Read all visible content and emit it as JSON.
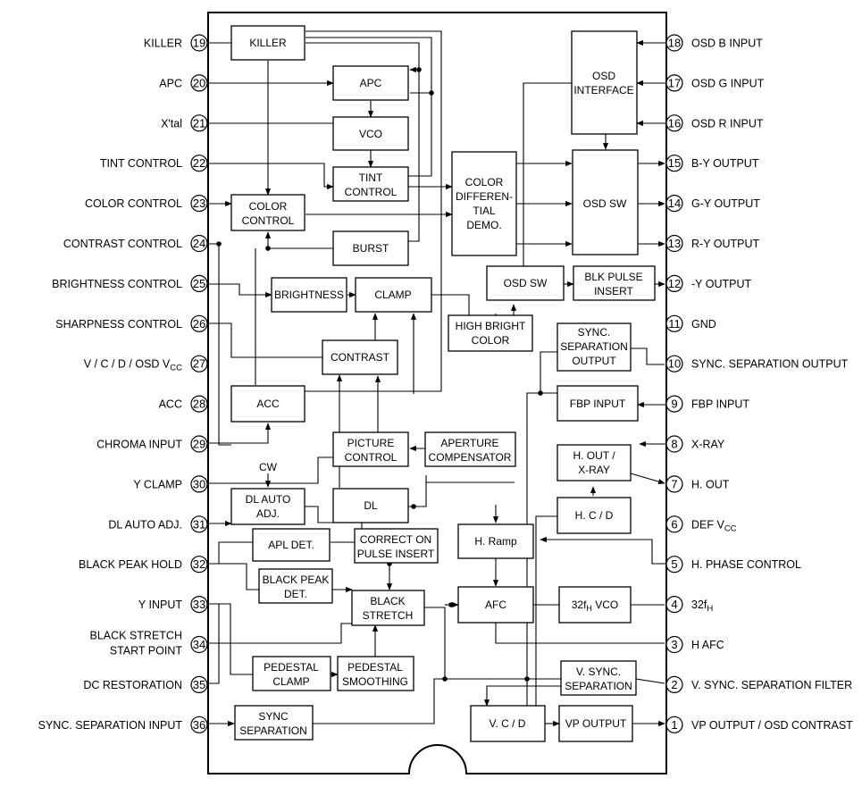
{
  "pins_left": [
    {
      "num": "19",
      "label": "KILLER"
    },
    {
      "num": "20",
      "label": "APC"
    },
    {
      "num": "21",
      "label": "X'tal"
    },
    {
      "num": "22",
      "label": "TINT CONTROL"
    },
    {
      "num": "23",
      "label": "COLOR CONTROL"
    },
    {
      "num": "24",
      "label": "CONTRAST CONTROL"
    },
    {
      "num": "25",
      "label": "BRIGHTNESS CONTROL"
    },
    {
      "num": "26",
      "label": "SHARPNESS CONTROL"
    },
    {
      "num": "27",
      "label": "V / C / D / OSD V",
      "sub": "CC"
    },
    {
      "num": "28",
      "label": "ACC"
    },
    {
      "num": "29",
      "label": "CHROMA INPUT"
    },
    {
      "num": "30",
      "label": "Y CLAMP"
    },
    {
      "num": "31",
      "label": "DL AUTO ADJ."
    },
    {
      "num": "32",
      "label": "BLACK PEAK HOLD"
    },
    {
      "num": "33",
      "label": "Y INPUT"
    },
    {
      "num": "34",
      "label": "BLACK STRETCH",
      "label2": "START POINT"
    },
    {
      "num": "35",
      "label": "DC RESTORATION"
    },
    {
      "num": "36",
      "label": "SYNC. SEPARATION INPUT"
    }
  ],
  "pins_right": [
    {
      "num": "18",
      "label": "OSD B INPUT"
    },
    {
      "num": "17",
      "label": "OSD G INPUT"
    },
    {
      "num": "16",
      "label": "OSD R INPUT"
    },
    {
      "num": "15",
      "label": "B-Y OUTPUT"
    },
    {
      "num": "14",
      "label": "G-Y OUTPUT"
    },
    {
      "num": "13",
      "label": "R-Y OUTPUT"
    },
    {
      "num": "12",
      "label": "-Y OUTPUT"
    },
    {
      "num": "11",
      "label": "GND"
    },
    {
      "num": "10",
      "label": "SYNC. SEPARATION OUTPUT"
    },
    {
      "num": "9",
      "label": "FBP INPUT"
    },
    {
      "num": "8",
      "label": "X-RAY"
    },
    {
      "num": "7",
      "label": "H. OUT"
    },
    {
      "num": "6",
      "label": "DEF V",
      "sub": "CC"
    },
    {
      "num": "5",
      "label": "H. PHASE CONTROL"
    },
    {
      "num": "4",
      "label": "32f",
      "sub": "H"
    },
    {
      "num": "3",
      "label": "H AFC"
    },
    {
      "num": "2",
      "label": "V. SYNC. SEPARATION FILTER"
    },
    {
      "num": "1",
      "label": "VP OUTPUT / OSD CONTRAST"
    }
  ],
  "blocks": {
    "killer": [
      "KILLER"
    ],
    "apc": [
      "APC"
    ],
    "vco": [
      "VCO"
    ],
    "tint": [
      "TINT",
      "CONTROL"
    ],
    "color_control": [
      "COLOR",
      "CONTROL"
    ],
    "burst": [
      "BURST"
    ],
    "brightness": [
      "BRIGHTNESS"
    ],
    "clamp": [
      "CLAMP"
    ],
    "contrast": [
      "CONTRAST"
    ],
    "acc": [
      "ACC"
    ],
    "picture_control": [
      "PICTURE",
      "CONTROL"
    ],
    "aperture": [
      "APERTURE",
      "COMPENSATOR"
    ],
    "dl_auto": [
      "DL AUTO",
      "ADJ."
    ],
    "dl": [
      "DL"
    ],
    "apl_det": [
      "APL DET."
    ],
    "correct_on": [
      "CORRECT ON",
      "PULSE INSERT"
    ],
    "black_peak": [
      "BLACK PEAK",
      "DET."
    ],
    "black_stretch": [
      "BLACK",
      "STRETCH"
    ],
    "pedestal_clamp": [
      "PEDESTAL",
      "CLAMP"
    ],
    "pedestal_smoothing": [
      "PEDESTAL",
      "SMOOTHING"
    ],
    "sync_sep": [
      "SYNC",
      "SEPARATION"
    ],
    "color_demo": [
      "COLOR",
      "DIFFEREN-",
      "TIAL",
      "DEMO."
    ],
    "high_bright": [
      "HIGH BRIGHT",
      "COLOR"
    ],
    "osd_interface": [
      "OSD",
      "INTERFACE"
    ],
    "osd_sw_main": [
      "OSD SW"
    ],
    "osd_sw_small": [
      "OSD SW"
    ],
    "blk_pulse": [
      "BLK PULSE",
      "INSERT"
    ],
    "sync_sep_out": [
      "SYNC.",
      "SEPARATION",
      "OUTPUT"
    ],
    "fbp_input": [
      "FBP INPUT"
    ],
    "hout_xray": [
      "H. OUT /",
      "X-RAY"
    ],
    "hcd": [
      "H. C / D"
    ],
    "hramp": [
      "H. Ramp"
    ],
    "afc": [
      "AFC"
    ],
    "vco32": [
      "32f",
      "H",
      " VCO"
    ],
    "vsync_sep": [
      "V. SYNC.",
      "SEPARATION"
    ],
    "vcd": [
      "V.  C / D"
    ],
    "vp_output": [
      "VP OUTPUT"
    ]
  },
  "cw_label": "CW"
}
